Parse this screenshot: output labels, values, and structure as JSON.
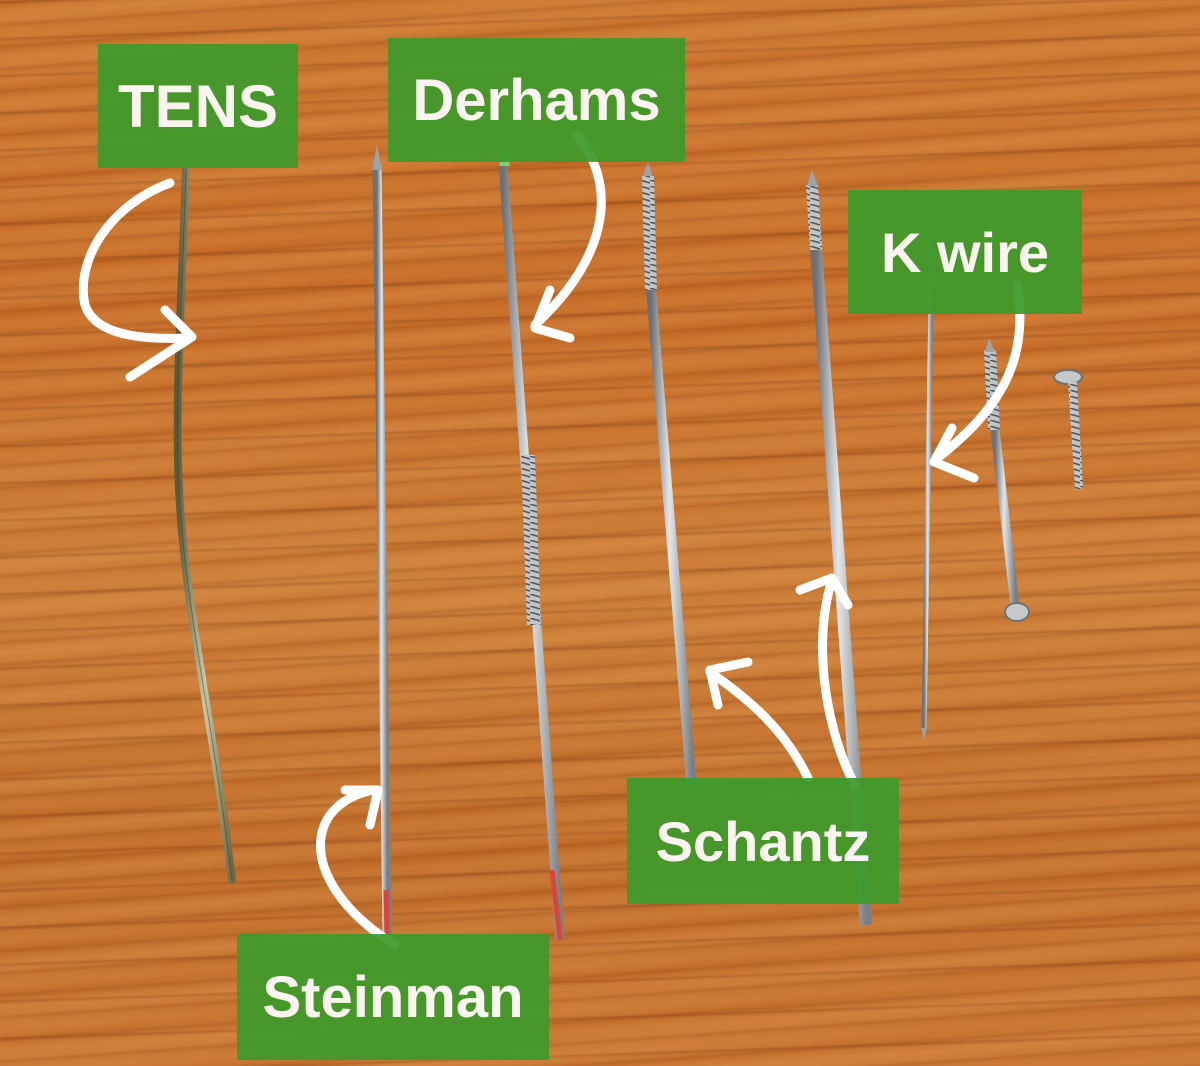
{
  "labels": {
    "tens": "TENS",
    "derhams": "Derhams",
    "k_wire": "K wire",
    "schantz": "Schantz",
    "steinman": "Steinman"
  },
  "colors": {
    "label_background": "#3e9a2b",
    "label_text": "#ffffff",
    "arrow": "#ffffff",
    "wood": "#c46a26",
    "metal": "#aeb2b6"
  }
}
